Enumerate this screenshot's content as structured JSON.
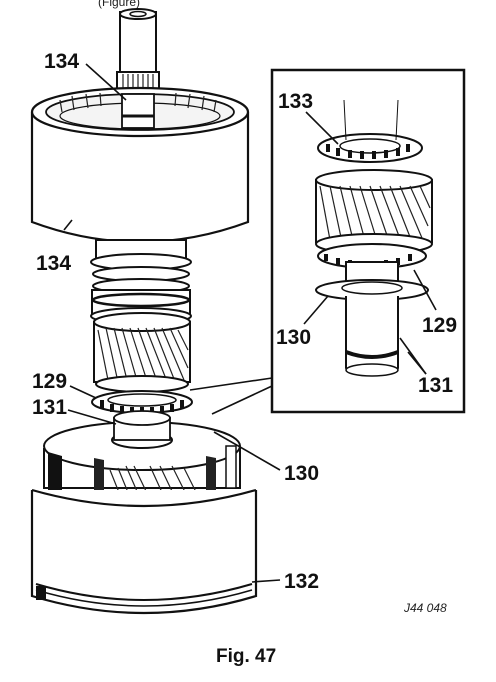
{
  "header_fragment": "(Figure)",
  "callouts": {
    "c134_top": "134",
    "c134_side": "134",
    "c129_left": "129",
    "c131_left": "131",
    "c130_right": "130",
    "c132": "132"
  },
  "inset": {
    "c133": "133",
    "c129": "129",
    "c130": "130",
    "c131": "131"
  },
  "drawing_code": "J44 048",
  "caption": "Fig. 47"
}
